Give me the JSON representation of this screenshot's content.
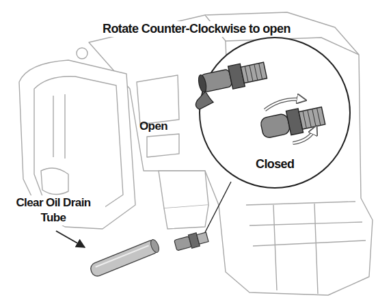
{
  "diagram": {
    "labels": [
      "Rotate Counter-Clockwise to open",
      "Open",
      "Closed",
      "Clear Oil Drain Tube"
    ]
  }
}
